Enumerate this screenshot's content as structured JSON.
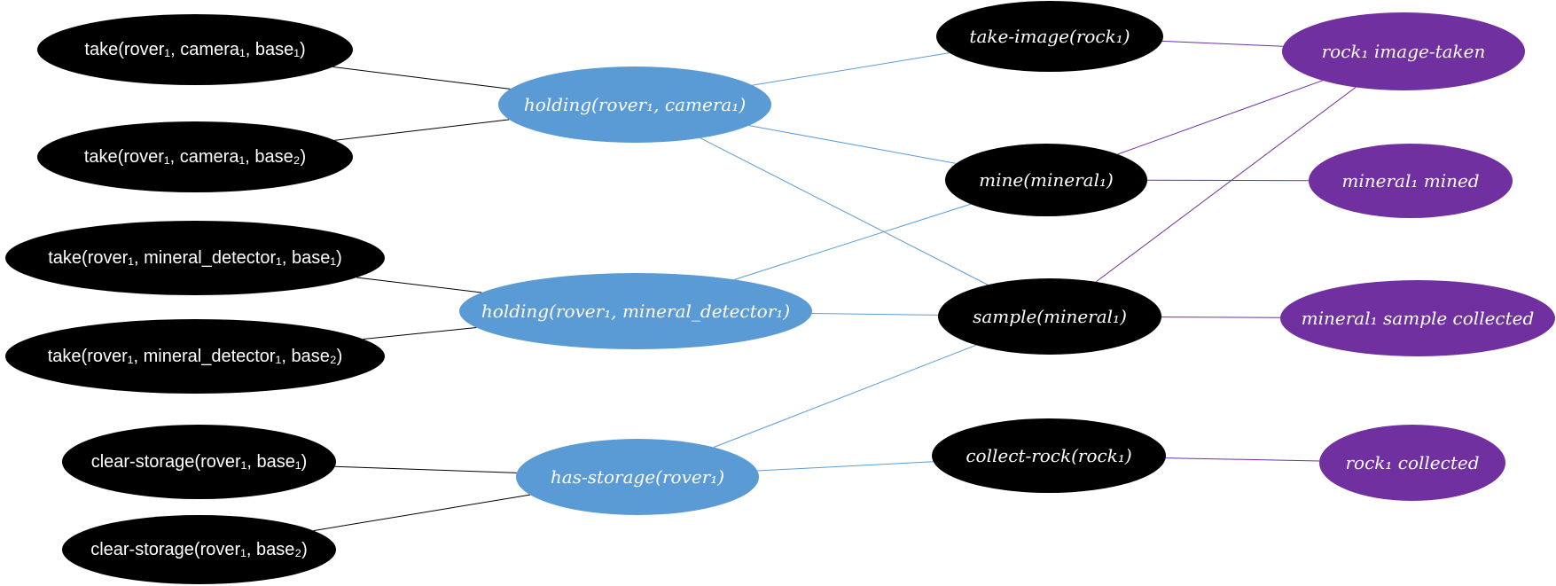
{
  "colors": {
    "action_node": "#000000",
    "state_node": "#5b9bd5",
    "goal_node": "#7030a0",
    "edge_action_state": "#000000",
    "edge_state_task": "#5b9bd5",
    "edge_task_goal": "#7030a0"
  },
  "nodes": {
    "take_cam_b1": {
      "label": "take(rover₁, camera₁, base₁)"
    },
    "take_cam_b2": {
      "label": "take(rover₁, camera₁, base₂)"
    },
    "take_md_b1": {
      "label": "take(rover₁, mineral_detector₁, base₁)"
    },
    "take_md_b2": {
      "label": "take(rover₁, mineral_detector₁, base₂)"
    },
    "clear_b1": {
      "label": "clear-storage(rover₁, base₁)"
    },
    "clear_b2": {
      "label": "clear-storage(rover₁, base₂)"
    },
    "holding_cam": {
      "label": "holding(rover₁, camera₁)"
    },
    "holding_md": {
      "label": "holding(rover₁, mineral_detector₁)"
    },
    "has_storage": {
      "label": "has-storage(rover₁)"
    },
    "take_image": {
      "label": "take-image(rock₁)"
    },
    "mine": {
      "label": "mine(mineral₁)"
    },
    "sample": {
      "label": "sample(mineral₁)"
    },
    "collect_rock": {
      "label": "collect-rock(rock₁)"
    },
    "goal_image": {
      "label": "rock₁ image-taken"
    },
    "goal_mined": {
      "label": "mineral₁ mined"
    },
    "goal_sample": {
      "label": "mineral₁ sample collected"
    },
    "goal_collected": {
      "label": "rock₁ collected"
    }
  },
  "edges": [
    {
      "from": "take_cam_b1",
      "to": "holding_cam",
      "color": "#000000"
    },
    {
      "from": "take_cam_b2",
      "to": "holding_cam",
      "color": "#000000"
    },
    {
      "from": "take_md_b1",
      "to": "holding_md",
      "color": "#000000"
    },
    {
      "from": "take_md_b2",
      "to": "holding_md",
      "color": "#000000"
    },
    {
      "from": "clear_b1",
      "to": "has_storage",
      "color": "#000000"
    },
    {
      "from": "clear_b2",
      "to": "has_storage",
      "color": "#000000"
    },
    {
      "from": "holding_cam",
      "to": "take_image",
      "color": "#5b9bd5"
    },
    {
      "from": "holding_cam",
      "to": "mine",
      "color": "#5b9bd5"
    },
    {
      "from": "holding_cam",
      "to": "sample",
      "color": "#5b9bd5"
    },
    {
      "from": "holding_md",
      "to": "mine",
      "color": "#5b9bd5"
    },
    {
      "from": "holding_md",
      "to": "sample",
      "color": "#5b9bd5"
    },
    {
      "from": "has_storage",
      "to": "sample",
      "color": "#5b9bd5"
    },
    {
      "from": "has_storage",
      "to": "collect_rock",
      "color": "#5b9bd5"
    },
    {
      "from": "take_image",
      "to": "goal_image",
      "color": "#7030a0"
    },
    {
      "from": "mine",
      "to": "goal_image",
      "color": "#7030a0"
    },
    {
      "from": "mine",
      "to": "goal_mined",
      "color": "#7030a0"
    },
    {
      "from": "sample",
      "to": "goal_image",
      "color": "#7030a0"
    },
    {
      "from": "sample",
      "to": "goal_sample",
      "color": "#7030a0"
    },
    {
      "from": "collect_rock",
      "to": "goal_collected",
      "color": "#7030a0"
    }
  ]
}
